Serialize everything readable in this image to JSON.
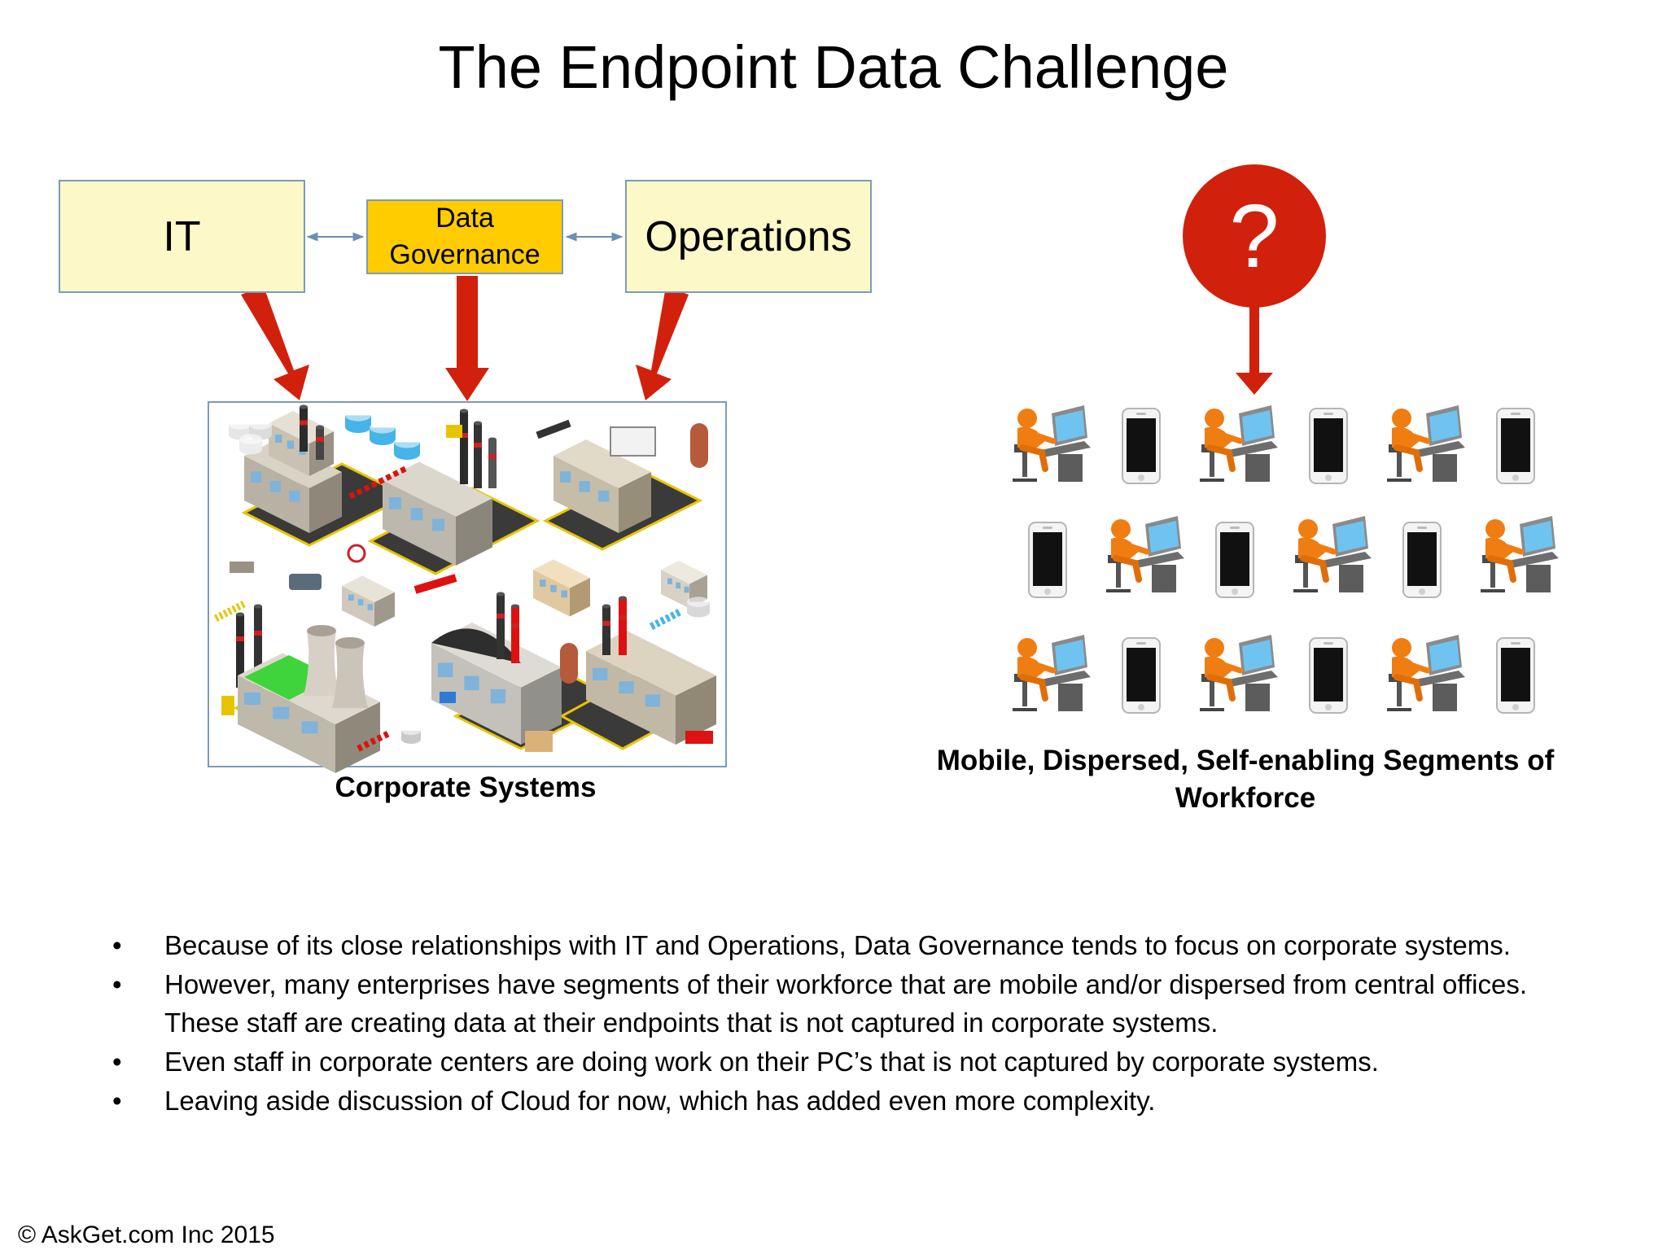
{
  "title": "The Endpoint Data Challenge",
  "boxes": {
    "it": "IT",
    "data_governance": "Data Governance",
    "operations": "Operations"
  },
  "question_mark": "?",
  "captions": {
    "corporate_systems": "Corporate Systems",
    "workforce": "Mobile, Dispersed, Self-enabling Segments of Workforce"
  },
  "bullets": [
    "Because of its close relationships with IT and Operations, Data Governance tends to focus on corporate systems.",
    "However, many enterprises have segments of their workforce that are mobile and/or dispersed from central offices.   These staff are creating data at their endpoints that is not captured in corporate systems.",
    "Even staff in corporate centers are doing work on their PC’s that is not captured by corporate systems.",
    "Leaving aside discussion of Cloud for now, which has added even more complexity."
  ],
  "copyright": "© AskGet.com Inc 2015",
  "colors": {
    "arrow_red": "#d1200c",
    "box_fill": "#fdf8c7",
    "governance_fill": "#ffcc00",
    "box_border": "#7b9bb8",
    "person_orange": "#f07d12"
  },
  "icons": [
    "factory-icon",
    "question-mark-icon",
    "person-at-computer-icon",
    "smartphone-icon"
  ]
}
